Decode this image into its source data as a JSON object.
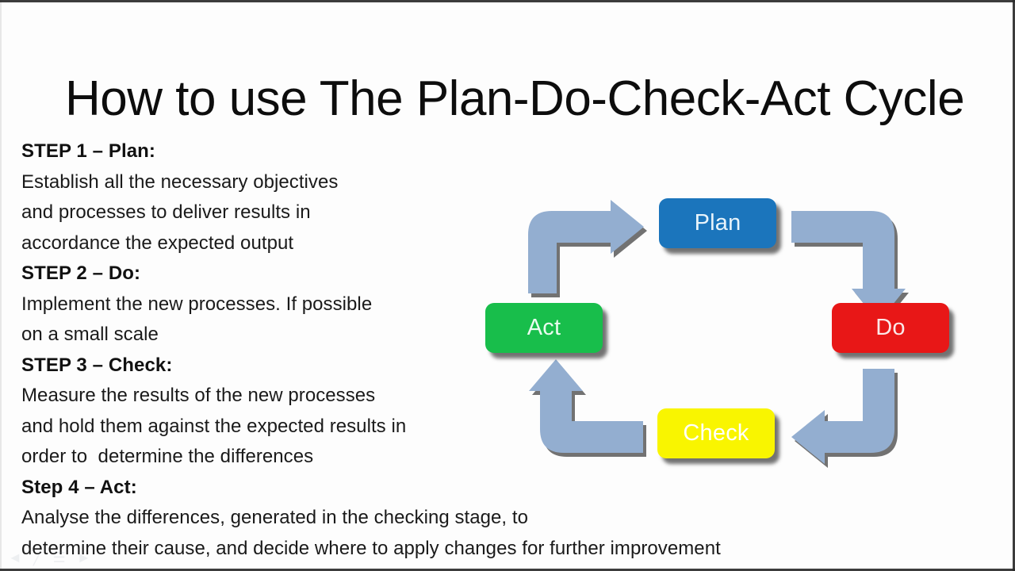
{
  "page_title": "How to use The Plan-Do-Check-Act Cycle",
  "steps": [
    {
      "heading": "STEP 1 – Plan:",
      "lines": [
        "Establish all the necessary objectives",
        "and processes to deliver results in",
        "accordance the expected output"
      ]
    },
    {
      "heading": "STEP 2 – Do:",
      "lines": [
        "Implement the new processes. If possible",
        "on a small scale"
      ]
    },
    {
      "heading": "STEP 3 – Check:",
      "lines": [
        "Measure the results of the new processes",
        "and hold them against the expected results in",
        "order to  determine the differences"
      ]
    },
    {
      "heading": "Step 4 – Act:",
      "lines": [
        "Analyse the differences, generated in the checking stage, to",
        "determine their cause, and decide where to apply changes for further improvement"
      ]
    }
  ],
  "diagram": {
    "name": "plan-do-check-act-cycle",
    "direction": "clockwise",
    "nodes": [
      {
        "id": "plan",
        "label": "Plan",
        "fill": "#1B75BC",
        "text_color": "#E8F4FB"
      },
      {
        "id": "do",
        "label": "Do",
        "fill": "#E81717",
        "text_color": "#FBE9E9"
      },
      {
        "id": "check",
        "label": "Check",
        "fill": "#F9F500",
        "text_color": "#FFFFFF"
      },
      {
        "id": "act",
        "label": "Act",
        "fill": "#18BE4B",
        "text_color": "#EAFBEF"
      }
    ],
    "arrows": [
      {
        "id": "act-to-plan",
        "from": "Act",
        "to": "Plan",
        "direction": "right"
      },
      {
        "id": "plan-to-do",
        "from": "Plan",
        "to": "Do",
        "direction": "down"
      },
      {
        "id": "do-to-check",
        "from": "Do",
        "to": "Check",
        "direction": "left"
      },
      {
        "id": "check-to-act",
        "from": "Check",
        "to": "Act",
        "direction": "up"
      }
    ],
    "arrow_color": "#93AED0"
  },
  "colors": {
    "background": "#FDFDFD",
    "title_text": "#0D0D0D",
    "body_text": "#1A1A1A",
    "arrow": "#93AED0",
    "plan": "#1B75BC",
    "do": "#E81717",
    "check": "#F9F500",
    "act": "#18BE4B"
  }
}
